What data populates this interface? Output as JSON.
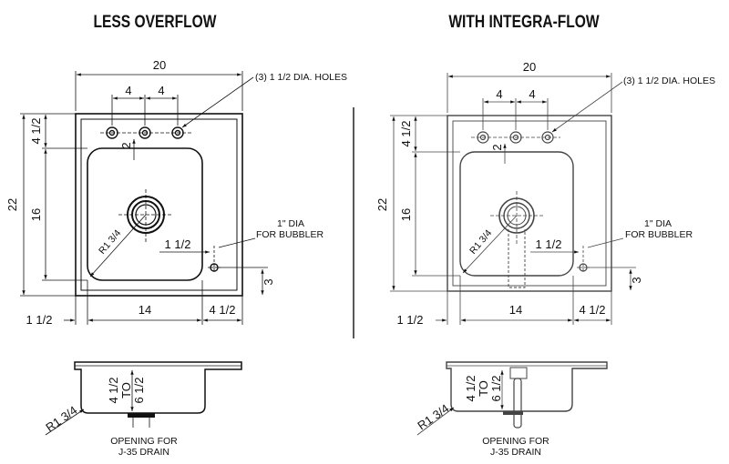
{
  "colors": {
    "line": "#111111",
    "background": "#ffffff"
  },
  "left": {
    "title": "LESS OVERFLOW",
    "width_dim": "20",
    "hole_spacing_1": "4",
    "hole_spacing_2": "4",
    "holes_note": "(3) 1 1/2 DIA. HOLES",
    "top_dim": "4 1/2",
    "hole_offset": "2",
    "overall_height": "22",
    "bowl_height": "16",
    "corner_radius": "R1 3/4",
    "bubbler_offset": "1 1/2",
    "bubbler_note_1": "1\" DIA",
    "bubbler_note_2": "FOR BUBBLER",
    "bubbler_height": "3",
    "left_margin": "1 1/2",
    "bowl_width": "14",
    "right_margin": "4 1/2",
    "depth_1": "4 1/2",
    "depth_to": "TO",
    "depth_2": "6 1/2",
    "section_radius": "R1 3/4",
    "drain_note_1": "OPENING FOR",
    "drain_note_2": "J-35 DRAIN"
  },
  "right": {
    "title": "WITH INTEGRA-FLOW",
    "width_dim": "20",
    "hole_spacing_1": "4",
    "hole_spacing_2": "4",
    "holes_note": "(3) 1 1/2 DIA. HOLES",
    "top_dim": "4 1/2",
    "hole_offset": "2",
    "overall_height": "22",
    "bowl_height": "16",
    "corner_radius": "R1 3/4",
    "bubbler_offset": "1 1/2",
    "bubbler_note_1": "1\" DIA",
    "bubbler_note_2": "FOR BUBBLER",
    "bubbler_height": "3",
    "left_margin": "1 1/2",
    "bowl_width": "14",
    "right_margin": "4 1/2",
    "depth_1": "4 1/2",
    "depth_to": "TO",
    "depth_2": "6 1/2",
    "section_radius": "R1 3/4",
    "drain_note_1": "OPENING FOR",
    "drain_note_2": "J-35 DRAIN"
  }
}
